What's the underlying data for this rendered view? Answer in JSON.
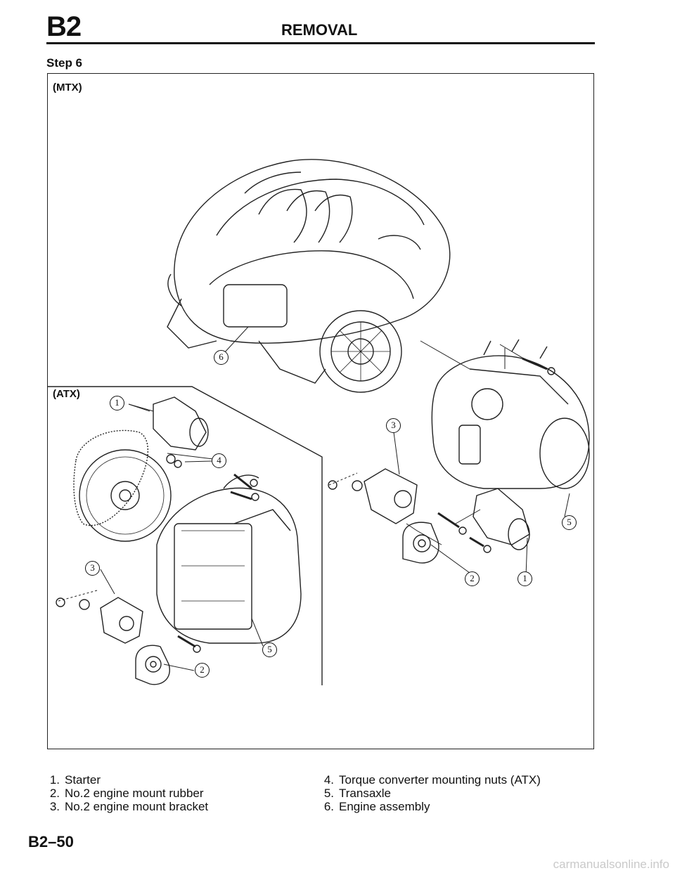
{
  "header": {
    "section_code": "B2",
    "section_title": "REMOVAL"
  },
  "step": {
    "label": "Step 6"
  },
  "figure": {
    "mtx_label": "(MTX)",
    "atx_label": "(ATX)",
    "callouts": {
      "mtx_engine": "6",
      "mtx_mount_bracket": "3",
      "mtx_transaxle": "5",
      "mtx_mount_rubber": "2",
      "mtx_starter": "1",
      "atx_starter": "1",
      "atx_converter_nuts": "4",
      "atx_mount_bracket": "3",
      "atx_transaxle": "5",
      "atx_mount_rubber": "2"
    }
  },
  "parts": {
    "left": [
      {
        "num": "1.",
        "text": "Starter"
      },
      {
        "num": "2.",
        "text": "No.2 engine mount rubber"
      },
      {
        "num": "3.",
        "text": "No.2 engine mount bracket"
      }
    ],
    "right": [
      {
        "num": "4.",
        "text": "Torque converter mounting nuts (ATX)"
      },
      {
        "num": "5.",
        "text": "Transaxle"
      },
      {
        "num": "6.",
        "text": "Engine assembly"
      }
    ]
  },
  "footer": {
    "page_number": "B2–50",
    "watermark": "carmanualsonline.info"
  }
}
